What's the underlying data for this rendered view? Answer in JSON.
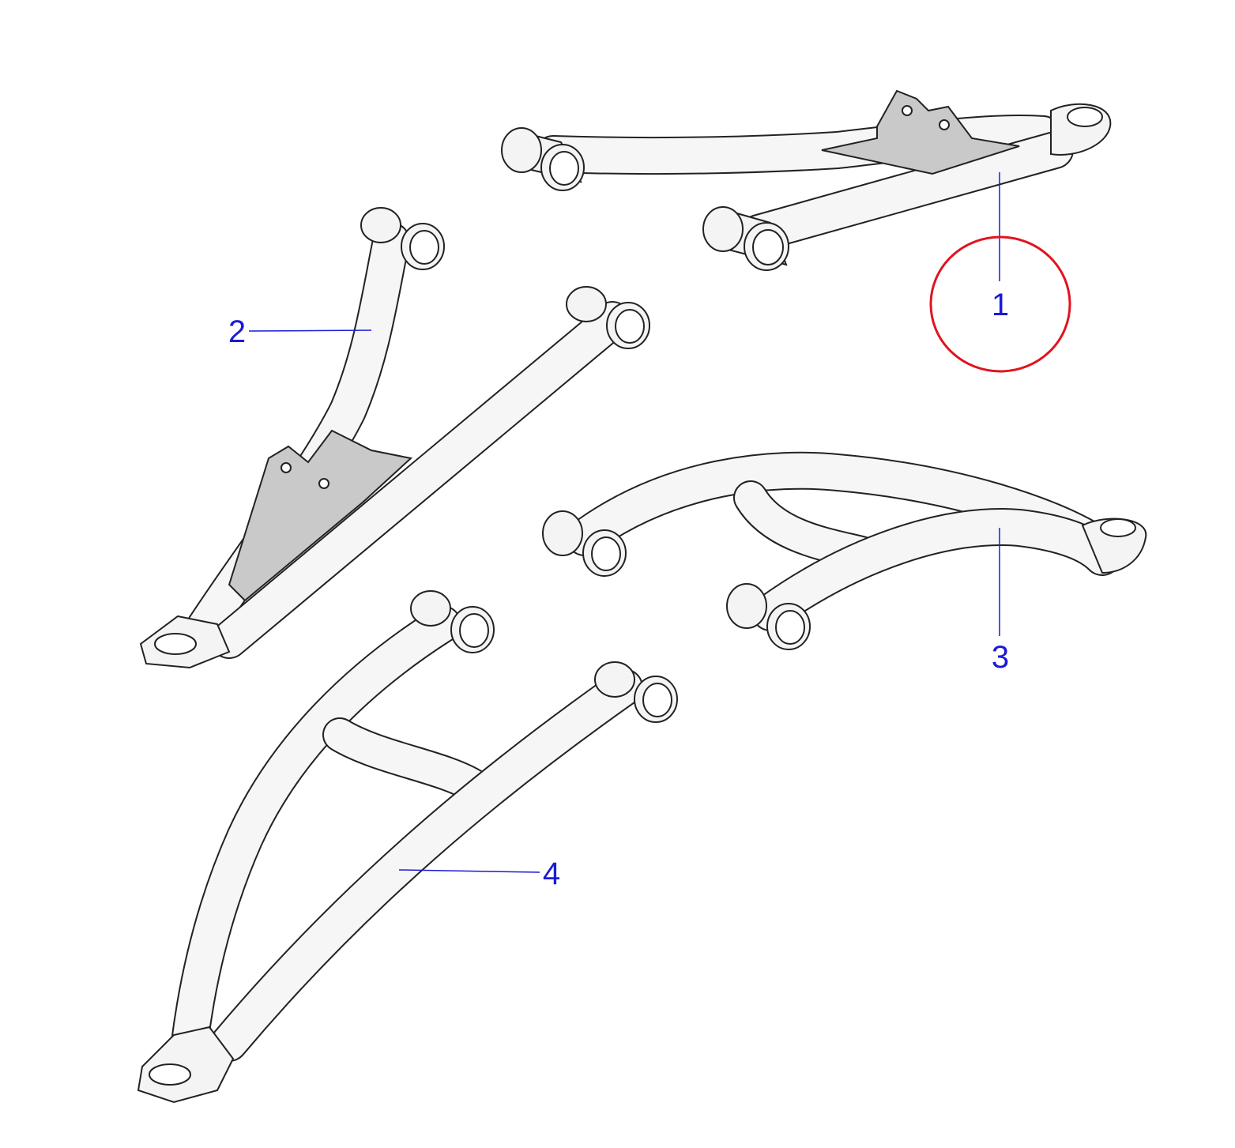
{
  "diagram": {
    "callouts": [
      {
        "id": "1",
        "label": "1",
        "highlighted": true
      },
      {
        "id": "2",
        "label": "2",
        "highlighted": false
      },
      {
        "id": "3",
        "label": "3",
        "highlighted": false
      },
      {
        "id": "4",
        "label": "4",
        "highlighted": false
      }
    ],
    "colors": {
      "callout": "#1a1ad6",
      "highlight_circle": "#e0141e",
      "part_fill": "#f4f4f4",
      "bracket_fill": "#c9c9c9"
    }
  }
}
